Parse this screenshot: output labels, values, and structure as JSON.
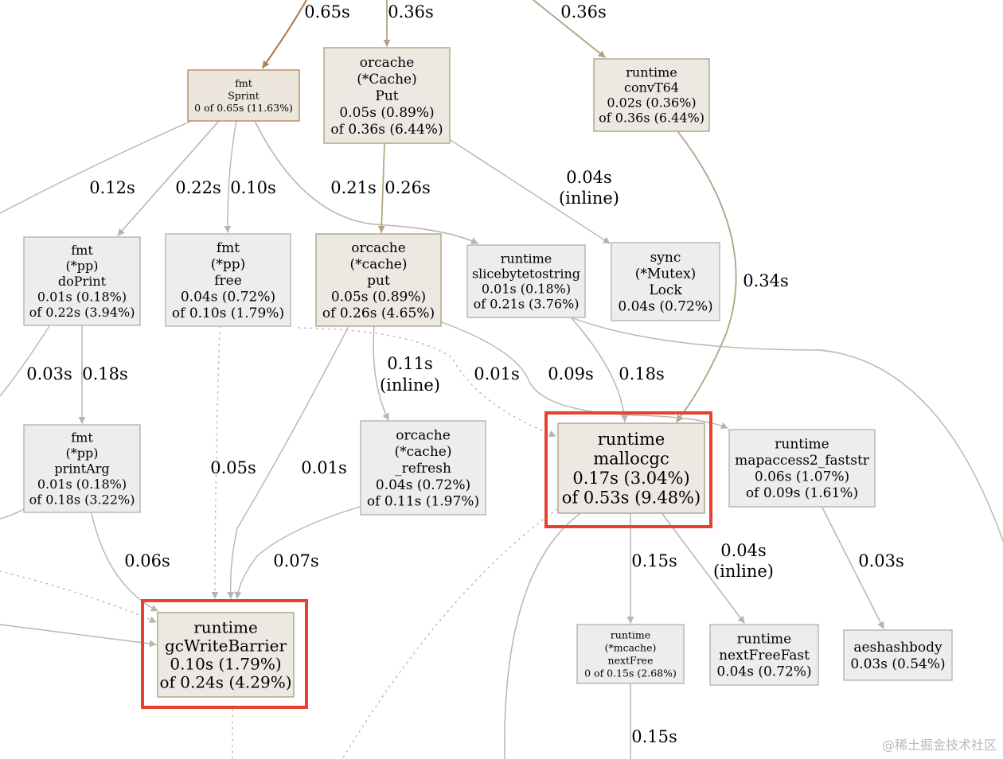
{
  "colors": {
    "hot_edge": "#b0825a",
    "warm_edge": "#b1a284",
    "gray_edge": "#b6b5b1",
    "hot_fill": "#ede6dd",
    "hot_stroke": "#b98a5c",
    "warm_fill": "#ece9e3",
    "warm_stroke": "#b0a283",
    "gray_fill": "#ededeb",
    "gray_stroke": "#b5b4b0",
    "highlight": "#e8412e"
  },
  "nodes": {
    "fmt_sprint": [
      "fmt",
      "Sprint",
      "0 of 0.65s (11.63%)"
    ],
    "orcache_cache_put": [
      "orcache",
      "(*Cache)",
      "Put",
      "0.05s (0.89%)",
      "of 0.36s (6.44%)"
    ],
    "runtime_convt64": [
      "runtime",
      "convT64",
      "0.02s (0.36%)",
      "of 0.36s (6.44%)"
    ],
    "fmt_pp_doprint": [
      "fmt",
      "(*pp)",
      "doPrint",
      "0.01s (0.18%)",
      "of 0.22s (3.94%)"
    ],
    "fmt_pp_free": [
      "fmt",
      "(*pp)",
      "free",
      "0.04s (0.72%)",
      "of 0.10s (1.79%)"
    ],
    "orcache_cache_put_inner": [
      "orcache",
      "(*cache)",
      "put",
      "0.05s (0.89%)",
      "of 0.26s (4.65%)"
    ],
    "runtime_slicebytetostring": [
      "runtime",
      "slicebytetostring",
      "0.01s (0.18%)",
      "of 0.21s (3.76%)"
    ],
    "sync_mutex_lock": [
      "sync",
      "(*Mutex)",
      "Lock",
      "0.04s (0.72%)"
    ],
    "fmt_pp_printarg": [
      "fmt",
      "(*pp)",
      "printArg",
      "0.01s (0.18%)",
      "of 0.18s (3.22%)"
    ],
    "orcache_cache_refresh": [
      "orcache",
      "(*cache)",
      "_refresh",
      "0.04s (0.72%)",
      "of 0.11s (1.97%)"
    ],
    "runtime_mallocgc": [
      "runtime",
      "mallocgc",
      "0.17s (3.04%)",
      "of 0.53s (9.48%)"
    ],
    "runtime_mapaccess2_faststr": [
      "runtime",
      "mapaccess2_faststr",
      "0.06s (1.07%)",
      "of 0.09s (1.61%)"
    ],
    "runtime_gcwritebarrier": [
      "runtime",
      "gcWriteBarrier",
      "0.10s (1.79%)",
      "of 0.24s (4.29%)"
    ],
    "runtime_mcache_nextfree": [
      "runtime",
      "(*mcache)",
      "nextFree",
      "0 of 0.15s (2.68%)"
    ],
    "runtime_nextfreefast": [
      "runtime",
      "nextFreeFast",
      "0.04s (0.72%)"
    ],
    "aeshashbody": [
      "aeshashbody",
      "0.03s (0.54%)"
    ]
  },
  "edge_labels": {
    "to_sprint": "0.65s",
    "to_cache_put": "0.36s",
    "to_convt64": "0.36s",
    "sprint_offscreen": "0.12s",
    "sprint_doprint": "0.22s",
    "sprint_free": "0.10s",
    "sprint_slicebytetostring": "0.21s",
    "cacheput_put": "0.26s",
    "cacheput_lock": [
      "0.04s",
      "(inline)"
    ],
    "convt64_mallocgc": "0.34s",
    "doprint_offscreen": "0.03s",
    "doprint_printarg": "0.18s",
    "put_refresh": [
      "0.11s",
      "(inline)"
    ],
    "put_mallocgc_dotted": "0.01s",
    "put_mapaccess": "0.09s",
    "slicebytetostring_mallocgc": "0.18s",
    "free_gcwritebarrier": "0.05s",
    "put_gcwritebarrier": "0.01s",
    "printarg_gcwritebarrier": "0.06s",
    "refresh_gcwritebarrier": "0.07s",
    "mallocgc_nextfree": "0.15s",
    "mallocgc_nextfreefast": [
      "0.04s",
      "(inline)"
    ],
    "mapaccess_aeshashbody": "0.03s",
    "nextfree_offscreen": "0.15s"
  },
  "watermark": "@稀土掘金技术社区"
}
